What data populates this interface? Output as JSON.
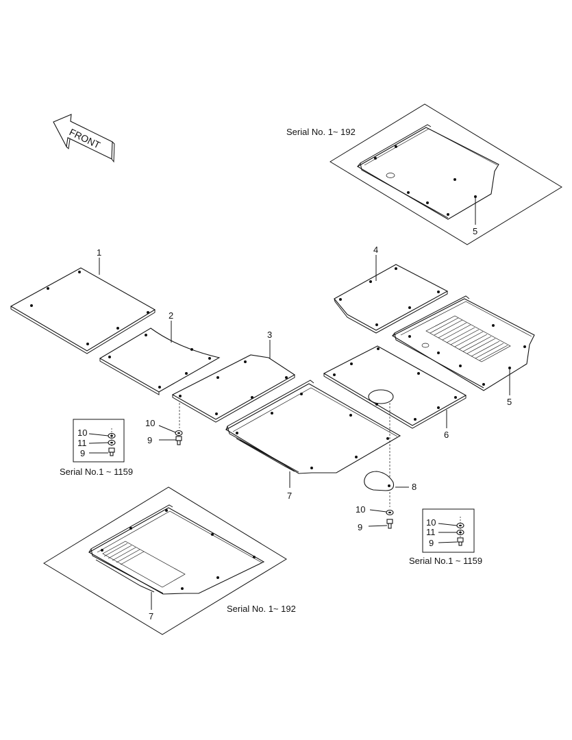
{
  "front_arrow": {
    "text": "FRONT"
  },
  "captions": {
    "serial_top": "Serial No. 1~ 192",
    "serial_bottom": "Serial No. 1~ 192",
    "serial_left": "Serial No.1 ~ 1159",
    "serial_right": "Serial No.1 ~ 1159"
  },
  "labels": {
    "p1": "1",
    "p2": "2",
    "p3": "3",
    "p4": "4",
    "p5_inset": "5",
    "p5": "5",
    "p6": "6",
    "p7": "7",
    "p7_inset": "7",
    "p8": "8",
    "p9_a": "9",
    "p10_a": "10",
    "p9_b": "9",
    "p10_b": "10",
    "box_left_10": "10",
    "box_left_11": "11",
    "box_left_9": "9",
    "box_right_10": "10",
    "box_right_11": "11",
    "box_right_9": "9"
  },
  "colors": {
    "ink": "#111111",
    "background": "#ffffff"
  }
}
